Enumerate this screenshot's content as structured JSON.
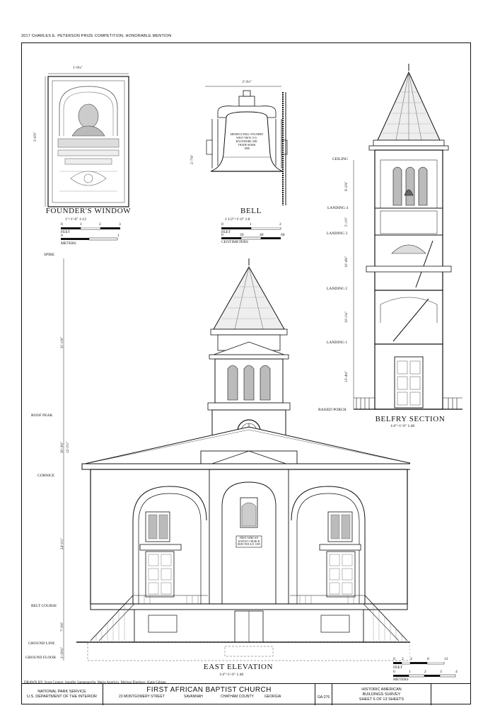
{
  "header": {
    "prize_note": "2017 CHARLES E. PETERSON PRIZE COMPETITION, HONORABLE MENTION"
  },
  "founders_window": {
    "title": "FOUNDER'S WINDOW",
    "scale": "1\"=1'-0\"     1:12",
    "feet_label": "FEET",
    "meters_label": "METERS",
    "feet_ticks": [
      "0",
      "1",
      "2",
      "3"
    ],
    "meter_ticks": [
      "0",
      "1"
    ],
    "dim_width": "1'-9¼\"",
    "dim_height": "3'-6⅞\""
  },
  "bell": {
    "title": "BELL",
    "scale": "1 1/2\"=1'-0\"     1:8",
    "feet_label": "FEET",
    "cm_label": "CENTIMETERS",
    "feet_ticks": [
      "0",
      "1",
      "2"
    ],
    "cm_ticks": [
      "0",
      "20",
      "40",
      "60"
    ],
    "inscription": [
      "MENEELY BELL FOUNDRY",
      "WEST TROY, N.Y.",
      "BALTIMORE, MD.",
      "TRADE MARK",
      "1888"
    ],
    "dim_width": "2'-3¼\"",
    "dim_height": "2'-7⅝\""
  },
  "belfry_section": {
    "title": "BELFRY SECTION",
    "scale": "1/4\"=1'-0\"     1:48",
    "levels": [
      "CEILING",
      "LANDING 4",
      "LANDING 3",
      "LANDING 2",
      "LANDING 1",
      "RAISED PORCH"
    ],
    "dims": [
      "9'-2⅝\"",
      "5'-1½\"",
      "10'-4⅝\"",
      "10'-1¾\"",
      "13'-4⅛\""
    ]
  },
  "east_elevation": {
    "title": "EAST ELEVATION",
    "scale": "1/4\"=1'-0\"     1:48",
    "levels": [
      "SPIRE",
      "ROOF PEAK",
      "CORNICE",
      "BELT COURSE",
      "GROUND LINE",
      "GROUND FLOOR"
    ],
    "dims": [
      "31'-1⅜\"",
      "30'-3⅛\"",
      "12'-1¼\"",
      "24'-1¼\"",
      "7'-3⅜\"",
      "2'-10¾\""
    ],
    "sign": [
      "FIRST AFRICAN",
      "BAPTIST CHURCH",
      "ERECTED A.D. 1859"
    ],
    "feet_label": "FEET",
    "meters_label": "METERS",
    "feet_ticks": [
      "0",
      "2",
      "4",
      "8",
      "12"
    ],
    "meter_ticks": [
      "0",
      "1",
      "2",
      "3",
      "4"
    ]
  },
  "drawn_by": "DRAWN BY: Scott Crotzer, Jennifer Santamarella, Maria Aparicio, Melissa Eberhsay, Katie Gibson",
  "title_block": {
    "agency1": "NATIONAL PARK SERVICE",
    "agency2": "U.S. DEPARTMENT OF THE INTERIOR",
    "building": "FIRST AFRICAN BAPTIST CHURCH",
    "address": "23 MONTGOMERY STREET",
    "city": "SAVANNAH",
    "county": "CHATHAM COUNTY",
    "state": "GEORGIA",
    "survey_no": "GA-276",
    "survey1": "HISTORIC AMERICAN",
    "survey2": "BUILDINGS SURVEY",
    "sheet": "SHEET 6 OF 13 SHEETS"
  }
}
